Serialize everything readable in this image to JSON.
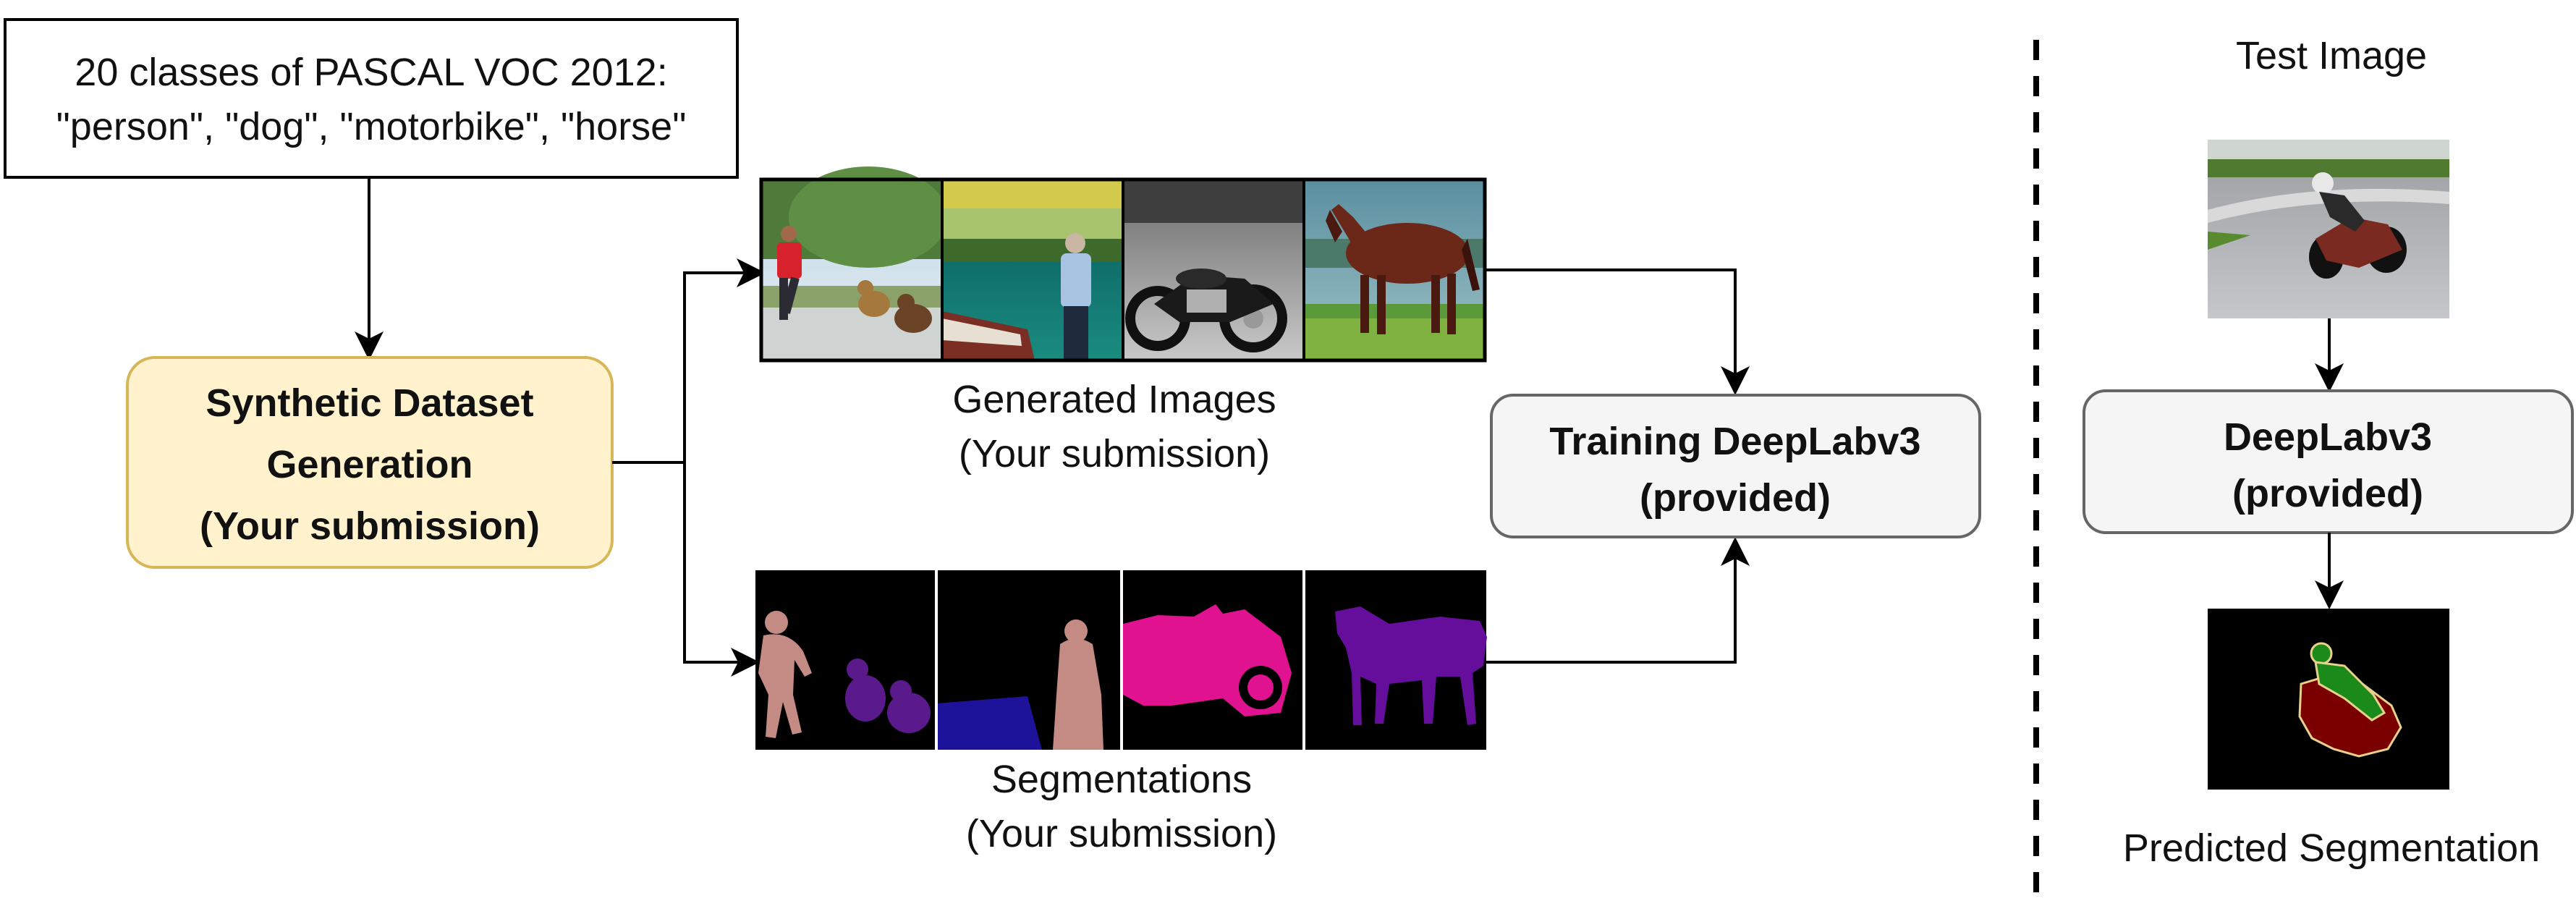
{
  "classes_box": {
    "line1": "20 classes of PASCAL VOC 2012:",
    "line2": "\"person\", \"dog\", \"motorbike\", \"horse\""
  },
  "synthetic_box": {
    "line1": "Synthetic Dataset",
    "line2": "Generation",
    "line3": "(Your submission)"
  },
  "generated": {
    "line1": "Generated Images",
    "line2": "(Your submission)",
    "thumbnails": [
      "person-and-dogs-photo",
      "person-at-lake-photo",
      "motorbike-photo",
      "horse-photo"
    ]
  },
  "segmentations": {
    "line1": "Segmentations",
    "line2": "(Your submission)",
    "masks": [
      "person-dogs-mask",
      "person-boat-mask",
      "motorbike-mask",
      "horse-mask"
    ]
  },
  "training_box": {
    "line1": "Training DeepLabv3",
    "line2": "(provided)"
  },
  "test": {
    "title": "Test Image",
    "model_line1": "DeepLabv3",
    "model_line2": "(provided)",
    "prediction_label": "Predicted Segmentation"
  },
  "colors": {
    "synthetic_fill": "#FFF2CC",
    "synthetic_stroke": "#D6B656",
    "provided_fill": "#F5F5F5",
    "provided_stroke": "#666666",
    "mask_person": "#C48A84",
    "mask_dog": "#5A1A8C",
    "mask_boat": "#1C139A",
    "mask_motorbike": "#E0128F",
    "mask_horse": "#640E9B",
    "pred_motorbike": "#7A0000",
    "pred_person": "#1A8A1A"
  }
}
